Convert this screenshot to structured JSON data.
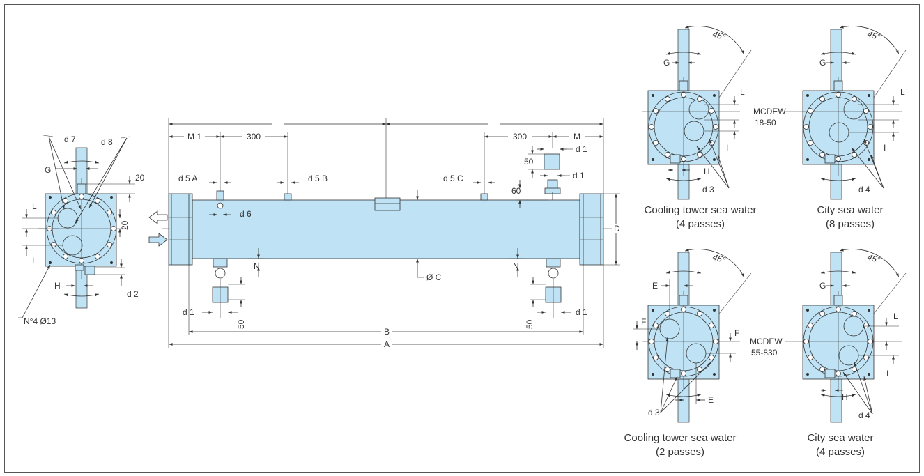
{
  "main_view": {
    "dims": {
      "equal_left": "=",
      "equal_right": "=",
      "m1": "M 1",
      "m": "M",
      "p300_left": "300",
      "p300_right": "300",
      "d5a": "d 5 A",
      "d5b": "d 5 B",
      "d5c": "d 5 C",
      "d6": "d 6",
      "d1_top_upper": "d 1",
      "d1_top_lower": "d 1",
      "d1_bottom_left": "d 1",
      "d1_bottom_right": "d 1",
      "p50_top": "50",
      "p60": "60",
      "p50_bottom_left": "50",
      "p50_bottom_right": "50",
      "n_left": "N",
      "n_right": "N",
      "d": "D",
      "oc": "Ø C",
      "b": "B",
      "a": "A"
    }
  },
  "end_view": {
    "dims": {
      "d7": "d 7",
      "d8": "d 8",
      "g": "G",
      "p20_top": "20",
      "l": "L",
      "p20_side": "20",
      "i": "I",
      "h": "H",
      "d2": "d 2",
      "holes": "N°4 Ø13"
    }
  },
  "variants": [
    {
      "angle": "45°",
      "caption1": "Cooling tower sea water",
      "caption2": "(4 passes)",
      "labels": {
        "g": "G",
        "l": "L",
        "i": "I",
        "h": "H",
        "d": "d 3"
      }
    },
    {
      "angle": "45°",
      "caption1": "City sea water",
      "caption2": "(8 passes)",
      "labels": {
        "g": "G",
        "l": "L",
        "i": "I",
        "d": "d 4"
      }
    },
    {
      "angle": "45°",
      "caption1": "Cooling tower sea water",
      "caption2": "(2 passes)",
      "labels": {
        "e_top": "E",
        "f_left": "F",
        "f_right": "F",
        "e_bottom": "E",
        "d": "d 3"
      }
    },
    {
      "angle": "45°",
      "caption1": "City sea water",
      "caption2": "(4 passes)",
      "labels": {
        "g": "G",
        "l": "L",
        "i": "I",
        "h": "H",
        "d": "d 4"
      }
    }
  ],
  "models": [
    {
      "line1": "MCDEW",
      "line2": "18-50"
    },
    {
      "line1": "MCDEW",
      "line2": "55-830"
    }
  ]
}
